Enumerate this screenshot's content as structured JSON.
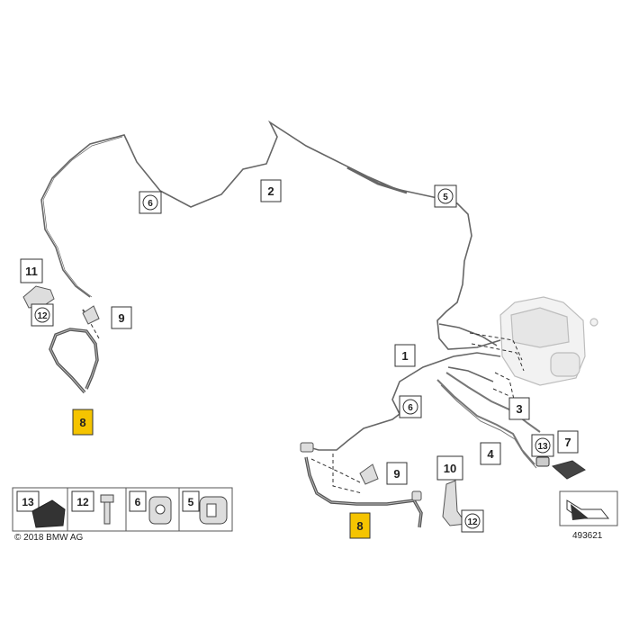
{
  "callouts": {
    "p1": "1",
    "p2": "2",
    "p3": "3",
    "p4": "4",
    "p5": "5",
    "p6a": "6",
    "p6b": "6",
    "p7": "7",
    "p8a": "8",
    "p8b": "8",
    "p9a": "9",
    "p9b": "9",
    "p10": "10",
    "p11": "11",
    "p12a": "12",
    "p12b": "12",
    "p13": "13"
  },
  "legend": [
    "13",
    "12",
    "6",
    "5"
  ],
  "copyright": "© 2018 BMW AG",
  "diagram_id": "493621",
  "colors": {
    "highlight": "#f5c400",
    "line": "#555555",
    "ghost": "#bbbbbb"
  }
}
